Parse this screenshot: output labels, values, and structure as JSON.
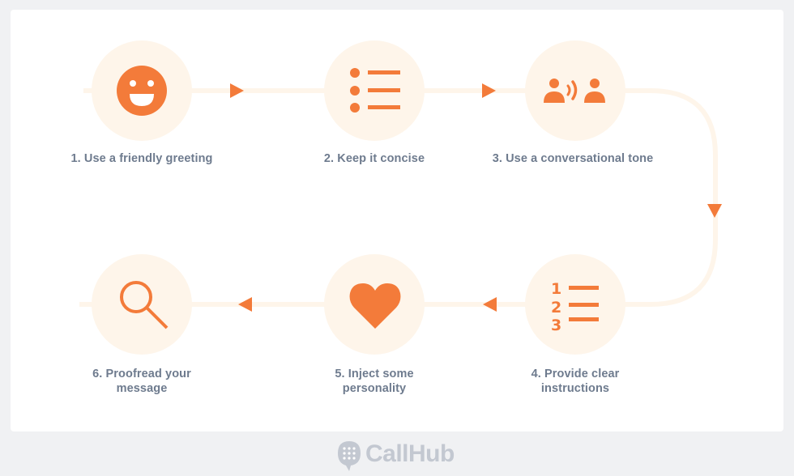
{
  "colors": {
    "background": "#F0F1F3",
    "card": "#FFFFFF",
    "accent": "#F37B3A",
    "circle_fill": "#FEF5EA",
    "connector": "#FEF5EA",
    "label_text": "#6E7B8E",
    "logo": "#C3C8D1"
  },
  "steps": [
    {
      "number": 1,
      "label": "1. Use a friendly greeting",
      "icon": "smiley-face-icon"
    },
    {
      "number": 2,
      "label": "2. Keep it concise",
      "icon": "bullet-list-icon"
    },
    {
      "number": 3,
      "label": "3. Use a conversational tone",
      "icon": "two-people-talking-icon"
    },
    {
      "number": 4,
      "label_line1": "4. Provide clear",
      "label_line2": "instructions",
      "icon": "numbered-list-icon"
    },
    {
      "number": 5,
      "label_line1": "5. Inject some",
      "label_line2": "personality",
      "icon": "heart-icon"
    },
    {
      "number": 6,
      "label_line1": "6. Proofread your",
      "label_line2": "message",
      "icon": "magnifying-glass-icon"
    }
  ],
  "footer": {
    "logo_text": "CallHub",
    "logo_icon": "chat-bubble-keypad-icon"
  }
}
